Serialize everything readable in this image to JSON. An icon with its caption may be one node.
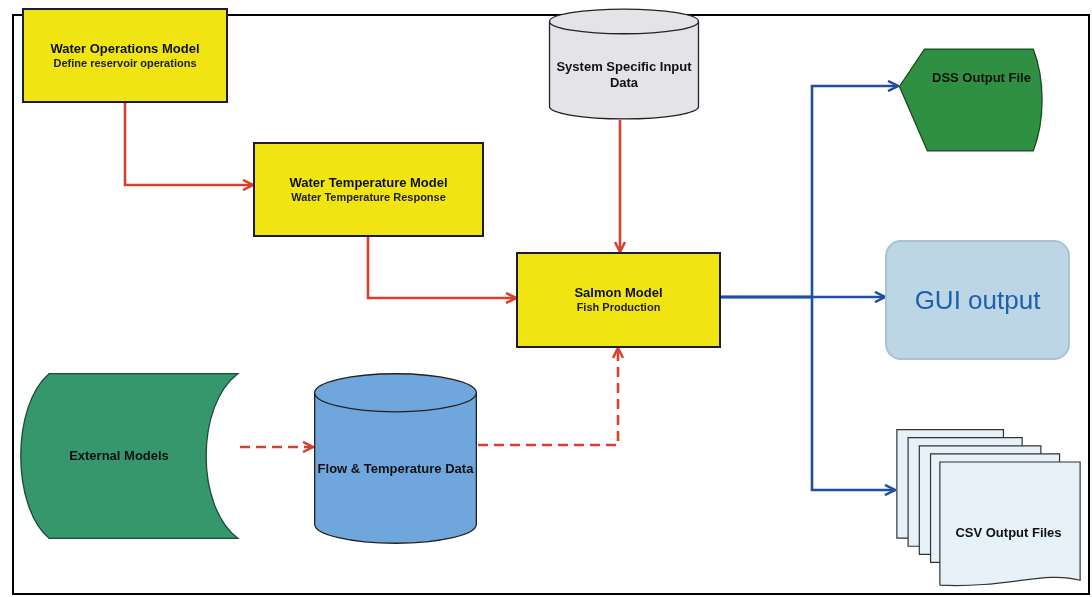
{
  "diagram": {
    "nodes": [
      {
        "text": [
          "Water Operations Model",
          "Define reservoir operations"
        ]
      },
      {
        "text": [
          "Water Temperature Model",
          "Water Temperature  Response"
        ]
      },
      {
        "text": [
          "System Specific Input Data"
        ]
      },
      {
        "text": [
          "Salmon Model",
          "Fish Production"
        ]
      },
      {
        "text": [
          "DSS Output File"
        ]
      },
      {
        "text": [
          "GUI output"
        ]
      },
      {
        "text": [
          "External Models"
        ]
      },
      {
        "text": [
          "Flow & Temperature Data"
        ]
      },
      {
        "text": [
          "CSV Output Files"
        ]
      }
    ],
    "edges": [
      {
        "from": 0,
        "to": 1,
        "arrow": "to"
      },
      {
        "from": 1,
        "to": 3,
        "arrow": "to"
      },
      {
        "from": 2,
        "to": 3,
        "arrow": "to"
      },
      {
        "from": 3,
        "to": 4,
        "arrow": "to",
        "color": "#1f4fa0"
      },
      {
        "from": 3,
        "to": 5,
        "arrow": "to",
        "color": "#1f4fa0"
      },
      {
        "from": 3,
        "to": 8,
        "arrow": "to",
        "color": "#1f4fa0"
      },
      {
        "from": 6,
        "to": 7,
        "arrow": "to",
        "style": "dashed"
      },
      {
        "from": 7,
        "to": 3,
        "arrow": "to",
        "style": "dashed"
      }
    ]
  }
}
